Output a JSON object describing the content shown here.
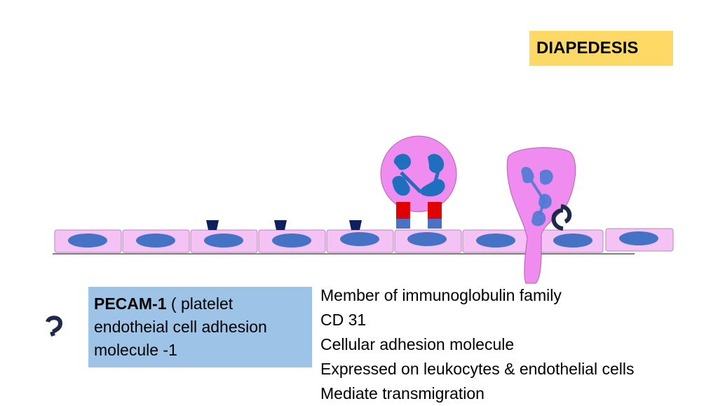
{
  "title": "DIAPEDESIS",
  "label_box": {
    "name": "PECAM-1",
    "description": " ( platelet endotheial cell adhesion molecule -1"
  },
  "facts": [
    "Member of immunoglobulin family",
    "CD 31",
    "Cellular adhesion molecule",
    "Expressed on leukocytes & endothelial cells",
    "Mediate transmigration"
  ],
  "colors": {
    "title_bg": "#ffd966",
    "label_bg": "#9dc3e6",
    "cell_fill": "#f4c2f4",
    "nucleus": "#4472c4",
    "leukocyte": "#f08cf0",
    "leukocyte_nucleus": "#1f6fbf",
    "selectin": "#e00000",
    "selectin_base": "#4a72c4",
    "receptor": "#0d1f5c",
    "pecam": "#1f2a4a"
  },
  "icons": [
    "pecam-1-icon",
    "selectin-receptor-icon",
    "nucleus-icon"
  ]
}
